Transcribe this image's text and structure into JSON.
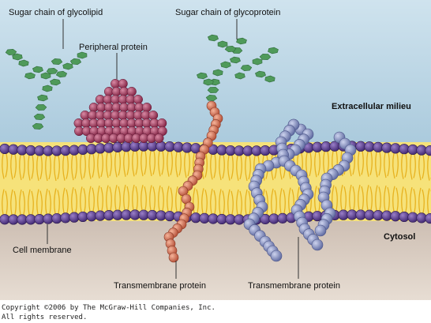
{
  "labels": {
    "glycolipid_sugar": "Sugar chain of glycolipid",
    "glycoprotein_sugar": "Sugar chain of glycoprotein",
    "peripheral_protein": "Peripheral protein",
    "extracellular": "Extracellular milieu",
    "cytosol": "Cytosol",
    "cell_membrane": "Cell membrane",
    "transmembrane_1": "Transmembrane protein",
    "transmembrane_2": "Transmembrane protein"
  },
  "copyright": {
    "line1": "Copyright ©2006 by The McGraw-Hill Companies, Inc.",
    "line2": "All rights reserved."
  },
  "colors": {
    "extracellular_top": "#cfe3ee",
    "extracellular_bottom": "#a9c9dc",
    "cytosol": "#d8c9bd",
    "lipid_core": "#f6e27a",
    "lipid_tail": "#e7b21f",
    "phospholipid_head": "#5b3b8c",
    "peripheral_protein": "#a6385c",
    "transmembrane_orange": "#d9735a",
    "transmembrane_blue": "#8d99c8",
    "sugar": "#4f9a5a"
  }
}
